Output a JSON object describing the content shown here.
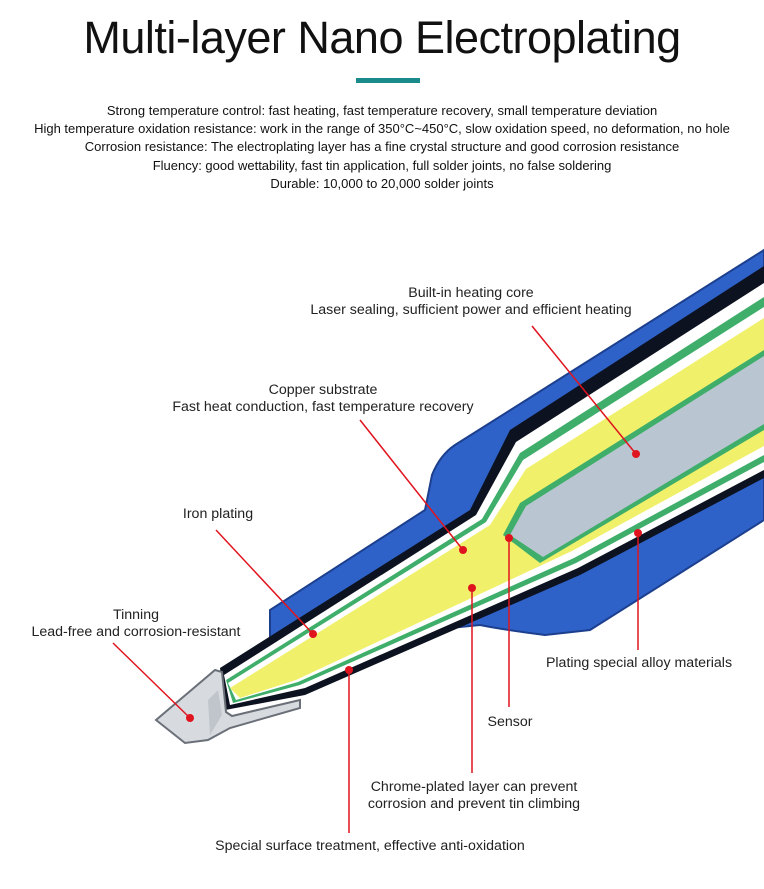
{
  "title": "Multi-layer Nano Electroplating",
  "features": [
    "Strong temperature control: fast heating, fast temperature recovery, small temperature deviation",
    "High temperature oxidation resistance: work in the range of 350°C~450°C, slow oxidation speed, no deformation, no hole",
    "Corrosion resistance: The electroplating layer has a fine crystal structure and good corrosion resistance",
    "Fluency: good wettability, fast tin application, full solder joints, no false soldering",
    "Durable: 10,000 to 20,000 solder joints"
  ],
  "labels": {
    "heating_core": [
      "Built-in heating core",
      "Laser sealing, sufficient power and efficient heating"
    ],
    "copper": [
      "Copper substrate",
      "Fast heat conduction, fast temperature recovery"
    ],
    "iron": [
      "Iron plating"
    ],
    "tinning": [
      "Tinning",
      "Lead-free and corrosion-resistant"
    ],
    "alloy": [
      "Plating special alloy materials"
    ],
    "sensor": [
      "Sensor"
    ],
    "chrome": [
      "Chrome-plated layer can prevent",
      "corrosion and prevent tin climbing"
    ],
    "surface": [
      "Special surface treatment, effective anti-oxidation"
    ]
  },
  "colors": {
    "blue": "#2f62c9",
    "green": "#3fae6a",
    "yellow": "#f0f06a",
    "core": "#b9c6d2",
    "tin": "#d7dbe0",
    "leader": "#e0141e",
    "accent": "#1a8a8a"
  }
}
